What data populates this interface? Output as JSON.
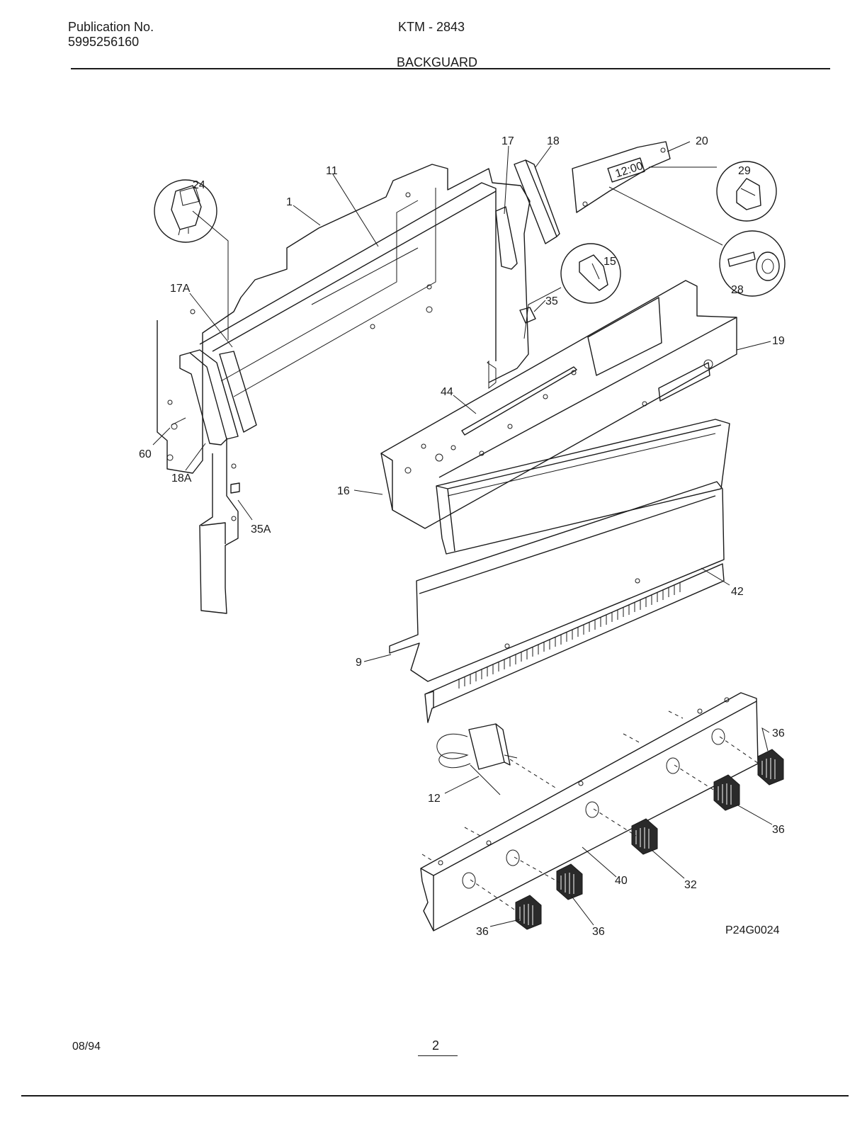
{
  "header": {
    "publication_label": "Publication No.",
    "publication_number": "5995256160",
    "model": "KTM - 2843",
    "section_title": "BACKGUARD"
  },
  "diagram": {
    "code": "P24G0024",
    "callouts": {
      "c1": "1",
      "c11": "11",
      "c17": "17",
      "c18": "18",
      "c20": "20",
      "c24": "24",
      "c29": "29",
      "c15": "15",
      "c28": "28",
      "c35": "35",
      "c17a": "17A",
      "c19": "19",
      "c44": "44",
      "c60": "60",
      "c18a": "18A",
      "c16": "16",
      "c35a": "35A",
      "c42": "42",
      "c9": "9",
      "c36a": "36",
      "c12": "12",
      "c36b": "36",
      "c40": "40",
      "c32": "32",
      "c36c": "36",
      "c36d": "36"
    },
    "clock_display": "12:00"
  },
  "footer": {
    "date": "08/94",
    "page_number": "2"
  }
}
